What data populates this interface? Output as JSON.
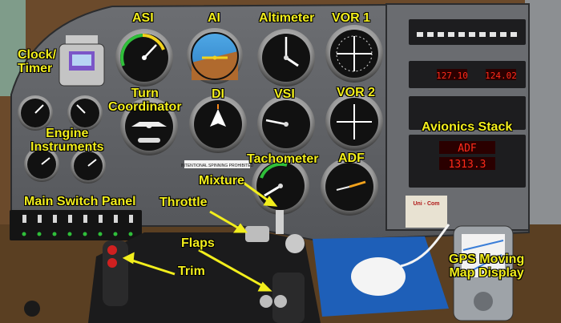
{
  "labels": {
    "clock_timer": "Clock/\nTimer",
    "asi": "ASI",
    "ai": "AI",
    "altimeter": "Altimeter",
    "vor1": "VOR 1",
    "turn_coordinator": "Turn\nCoordinator",
    "di": "DI",
    "vsi": "VSI",
    "vor2": "VOR 2",
    "engine_instruments": "Engine\nInstruments",
    "avionics_stack": "Avionics Stack",
    "tachometer": "Tachometer",
    "adf": "ADF",
    "mixture": "Mixture",
    "main_switch_panel": "Main Switch Panel",
    "throttle": "Throttle",
    "flaps": "Flaps",
    "trim": "Trim",
    "gps": "GPS Moving\nMap Display"
  },
  "panel_text": {
    "placard": "INTENTIONAL SPINNING PROHIBITED",
    "radio_brand": "Uni - Com",
    "adf_display": "ADF",
    "adf_freq": "1313.3",
    "nav_active": "127.10",
    "nav_standby": "124.02"
  },
  "colors": {
    "label": "#f2ee1c",
    "panel": "#5e6064",
    "wall": "#6b4a2b",
    "led": "#ff2a1a"
  }
}
